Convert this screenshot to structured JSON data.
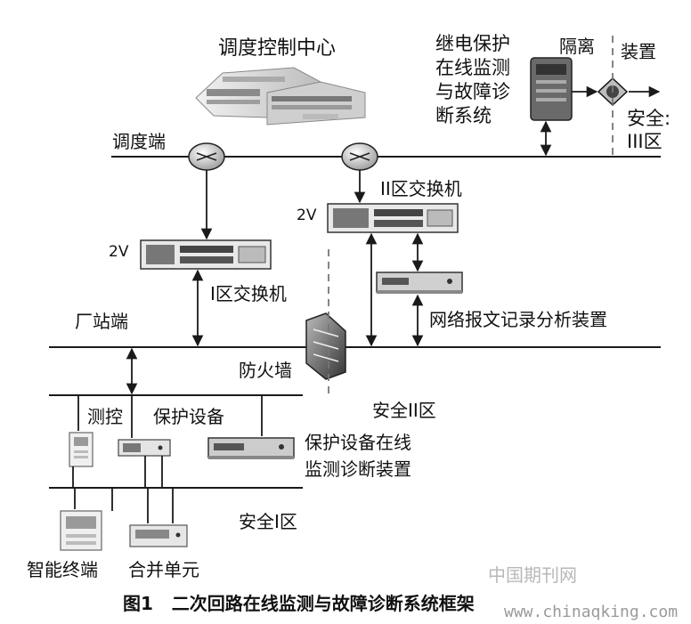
{
  "labels": {
    "dispatch_center": "调度控制中心",
    "relay_system": [
      "继电保护",
      "在线监测",
      "与故障诊",
      "断系统"
    ],
    "isolation": "隔离",
    "device": "装置",
    "zone3": [
      "安全:",
      "III区"
    ],
    "dispatch_end": "调度端",
    "zone2_switch": "II区交换机",
    "v2_left": "2V",
    "v2_right": "2V",
    "zone1_switch": "I区交换机",
    "station_end": "厂站端",
    "recorder": "网络报文记录分析装置",
    "firewall": "防火墙",
    "zone2": "安全II区",
    "measure_control": "测控",
    "protection_device": "保护设备",
    "online_diag": [
      "保护设备在线",
      "监测诊断装置"
    ],
    "zone1": "安全I区",
    "smart_terminal": "智能终端",
    "merging_unit": "合并单元",
    "caption": "图1   二次回路在线监测与故障诊断系统框架"
  },
  "watermark": {
    "cn": "中国期刊网",
    "url": "www.chinaqking.com"
  },
  "colors": {
    "line": "#1a1a1a",
    "dashed": "#777777",
    "device_light": "#e6e6e6",
    "device_dark": "#555555",
    "building": "#d8d8d8"
  }
}
